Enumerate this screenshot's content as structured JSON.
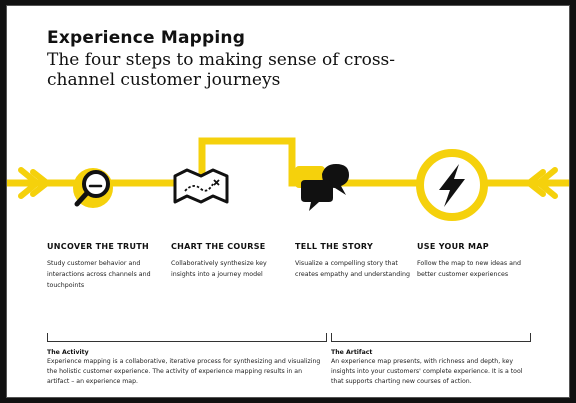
{
  "header": {
    "title": "Experience Mapping",
    "subtitle": "The four steps to making sense of cross-channel customer journeys"
  },
  "colors": {
    "accent": "#f5d10c",
    "ink": "#111111"
  },
  "steps": [
    {
      "icon": "magnifier-icon",
      "title": "UNCOVER THE TRUTH",
      "description": "Study customer behavior and interactions across channels and touchpoints"
    },
    {
      "icon": "map-icon",
      "title": "CHART THE COURSE",
      "description": "Collaboratively synthesize key insights into a journey model"
    },
    {
      "icon": "speech-bubbles-icon",
      "title": "TELL THE STORY",
      "description": "Visualize a compelling story that creates empathy and understanding"
    },
    {
      "icon": "lightning-icon",
      "title": "USE YOUR MAP",
      "description": "Follow the map to new ideas and better customer experiences"
    }
  ],
  "notes": {
    "activity": {
      "title": "The Activity",
      "text": "Experience mapping is a collaborative, iterative process for synthesizing and visualizing the holistic customer experience. The activity of experience mapping results in an artifact – an experience map."
    },
    "artifact": {
      "title": "The Artifact",
      "text": "An experience map presents, with richness and depth, key insights into your customers' complete experience. It is a tool that supports charting new courses of action."
    }
  }
}
